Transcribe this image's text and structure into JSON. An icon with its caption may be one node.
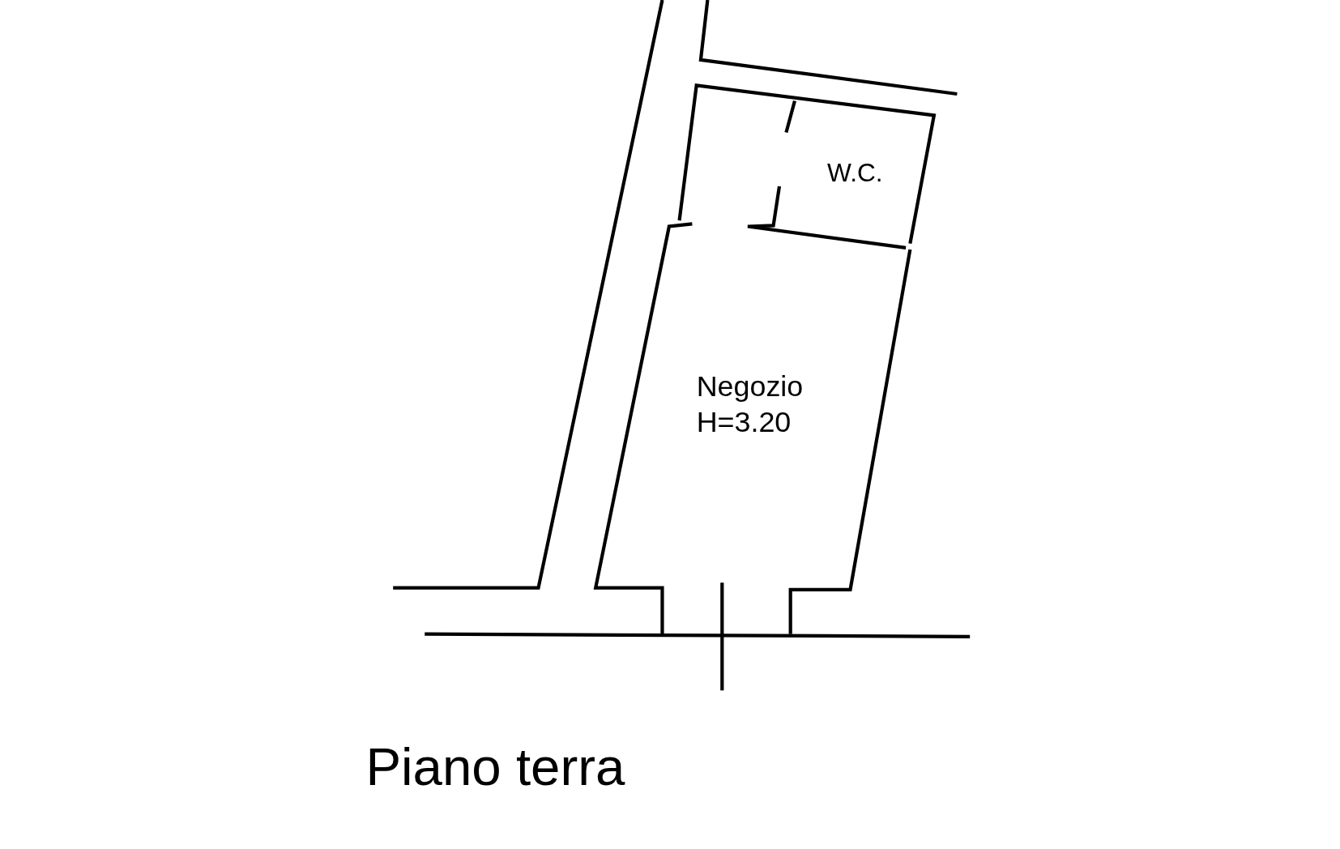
{
  "diagram": {
    "caption": "Piano terra",
    "nodes": [
      {
        "text": [
          "W.C."
        ]
      },
      {
        "text": [
          "Negozio",
          "H=3.20"
        ]
      }
    ],
    "edges": []
  }
}
